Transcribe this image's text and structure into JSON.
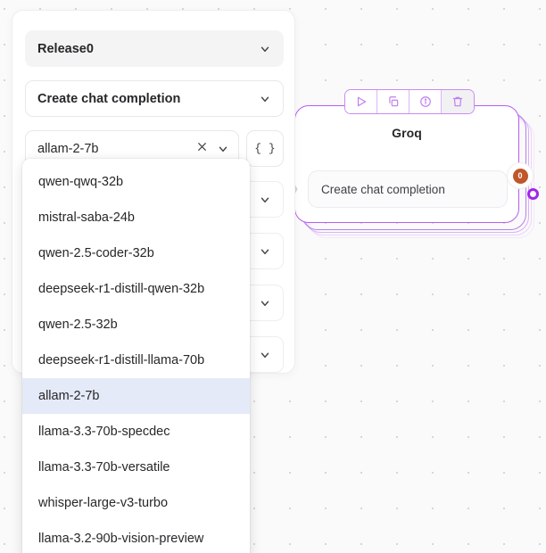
{
  "canvas": {
    "grid": "dot-grid",
    "background_color": "#fafafa",
    "dot_color": "#d4d4d8"
  },
  "node": {
    "title": "Groq",
    "operation": "Create chat completion",
    "badge_count": "0",
    "accent_color": "#b45ef0",
    "handle_color": "#a226e8",
    "badge_color": "#c0562a",
    "toolbar": [
      {
        "name": "run",
        "icon": "play-icon"
      },
      {
        "name": "duplicate",
        "icon": "copy-icon"
      },
      {
        "name": "info",
        "icon": "info-icon"
      },
      {
        "name": "delete",
        "icon": "trash-icon"
      }
    ]
  },
  "panel": {
    "release": {
      "label": "Release0",
      "icon": "chevron-down-icon"
    },
    "operation": {
      "label": "Create chat completion",
      "icon": "chevron-down-icon"
    },
    "model": {
      "value": "allam-2-7b",
      "clear_icon": "close-icon",
      "chevron_icon": "chevron-down-icon",
      "json_button_label": "{ }"
    },
    "collapsed_fields": [
      {
        "label": "",
        "icon": "chevron-down-icon"
      },
      {
        "label": "",
        "icon": "chevron-down-icon"
      },
      {
        "label": "",
        "icon": "chevron-down-icon"
      },
      {
        "label": "",
        "icon": "chevron-down-icon"
      }
    ]
  },
  "dropdown": {
    "selected": "allam-2-7b",
    "highlight_color": "#e5eaf8",
    "options": [
      "qwen-qwq-32b",
      "mistral-saba-24b",
      "qwen-2.5-coder-32b",
      "deepseek-r1-distill-qwen-32b",
      "qwen-2.5-32b",
      "deepseek-r1-distill-llama-70b",
      "allam-2-7b",
      "llama-3.3-70b-specdec",
      "llama-3.3-70b-versatile",
      "whisper-large-v3-turbo",
      "llama-3.2-90b-vision-preview"
    ]
  }
}
